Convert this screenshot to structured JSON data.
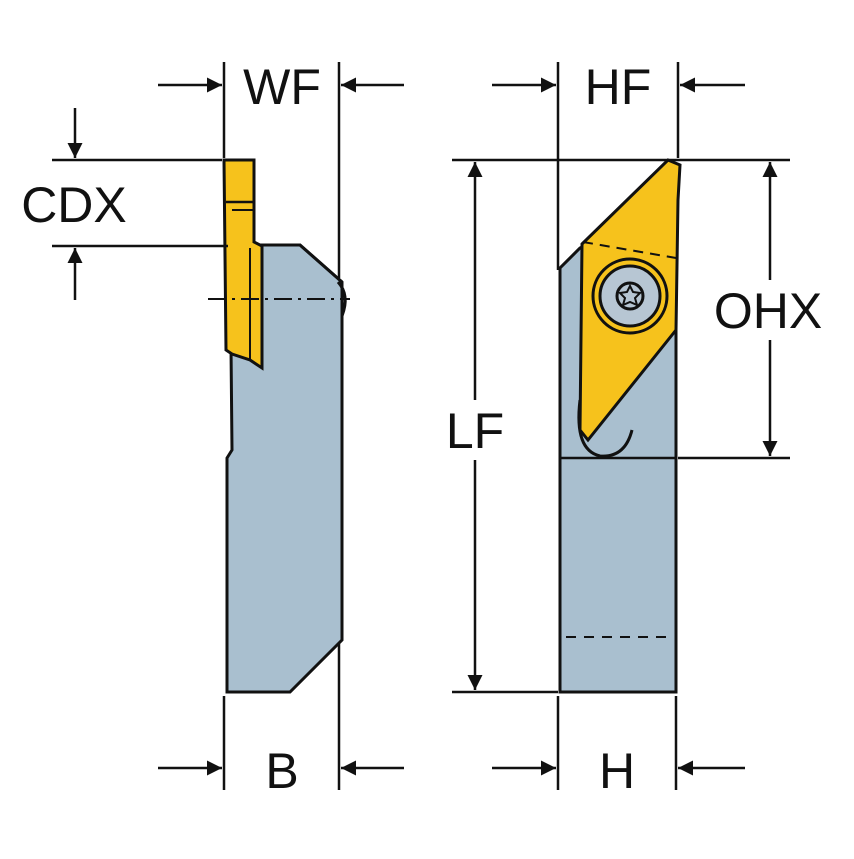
{
  "labels": {
    "wf": "WF",
    "cdx": "CDX",
    "b": "B",
    "hf": "HF",
    "lf": "LF",
    "ohx": "OHX",
    "h": "H"
  },
  "colors": {
    "holder": "#a9bfcf",
    "insert": "#f6c21c",
    "line": "#111111",
    "screw": "#b7c6d3"
  }
}
